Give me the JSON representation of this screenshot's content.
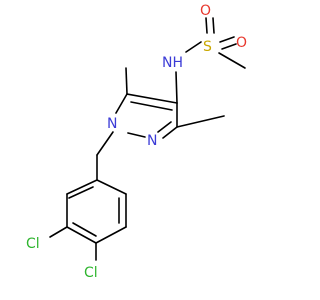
{
  "colors": {
    "background": "#ffffff",
    "bond": "#000000",
    "N": "#3b3bd6",
    "O": "#e8382e",
    "S": "#c9a800",
    "Cl": "#2fb52f",
    "H": "#3b3bd6"
  },
  "labels": {
    "nh": "NH",
    "o_top": "O",
    "o_right": "O",
    "s": "S",
    "n1": "N",
    "n2": "N",
    "cl_left": "Cl",
    "cl_bottom": "Cl"
  }
}
